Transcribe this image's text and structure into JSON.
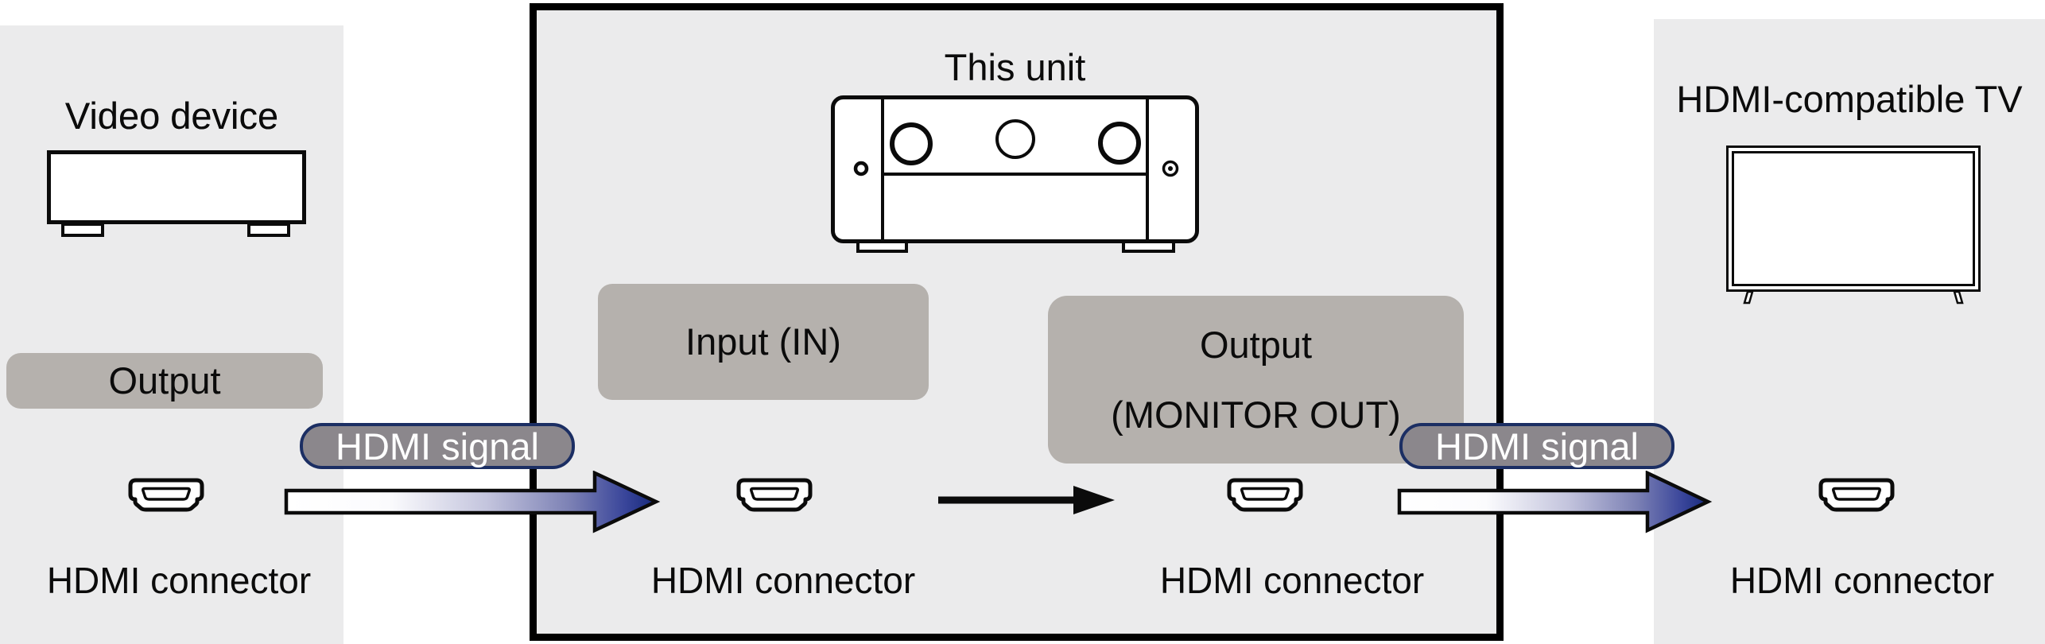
{
  "palette": {
    "panel_bg": "#ebebec",
    "badge_bg": "#b5b1ad",
    "pill_bg": "#8b878c",
    "pill_border": "#1b2e63",
    "arrow_gradient_end": "#1c2e80",
    "outline": "#0b0b0b"
  },
  "source_device": {
    "title": "Video device",
    "port_role_badge": "Output",
    "port_label": "HDMI connector"
  },
  "receiver": {
    "title": "This unit",
    "input_badge": "Input (IN)",
    "output_badge_line1": "Output",
    "output_badge_line2": "(MONITOR OUT)",
    "input_port_label": "HDMI connector",
    "output_port_label": "HDMI connector"
  },
  "tv": {
    "title": "HDMI-compatible TV",
    "port_label": "HDMI connector"
  },
  "signal_flow": {
    "source_to_receiver_label": "HDMI signal",
    "receiver_to_tv_label": "HDMI signal"
  }
}
